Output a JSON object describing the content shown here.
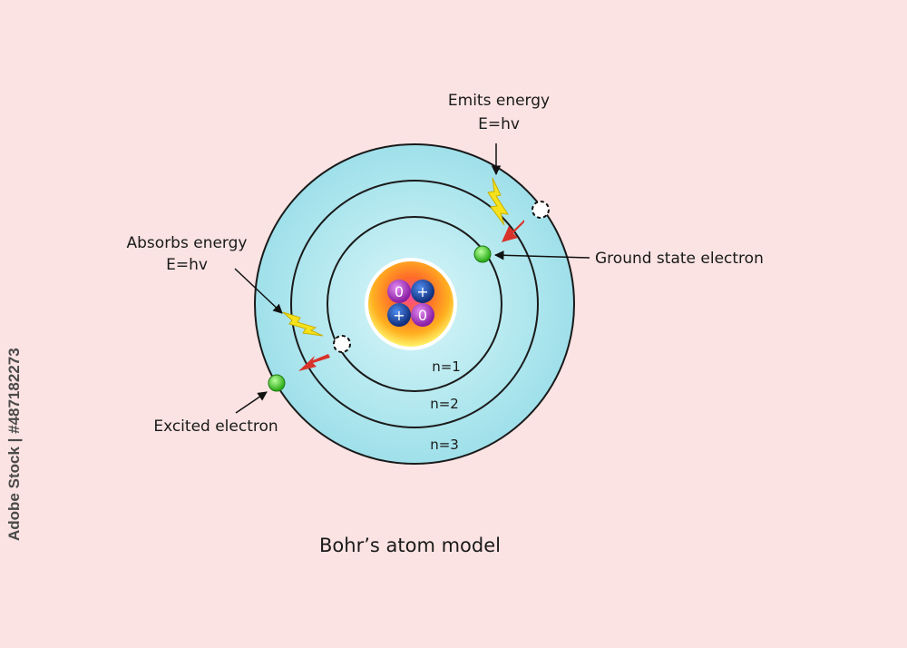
{
  "title": "Bohr’s atom model",
  "labels": {
    "emits_line1": "Emits energy",
    "emits_line2": "E=hv",
    "absorbs_line1": "Absorbs energy",
    "absorbs_line2": "E=hv",
    "ground_state": "Ground state electron",
    "excited": "Excited electron"
  },
  "shells": [
    "n=1",
    "n=2",
    "n=3"
  ],
  "nucleus": {
    "particles": [
      {
        "symbol": "0",
        "kind": "neutron"
      },
      {
        "symbol": "+",
        "kind": "proton"
      },
      {
        "symbol": "+",
        "kind": "proton"
      },
      {
        "symbol": "0",
        "kind": "neutron"
      }
    ]
  },
  "watermark": "Adobe Stock | #487182273",
  "colors": {
    "background": "#fbe3e3",
    "orbit_fill": "#a8e4ec",
    "electron": "#3fcf2a",
    "photon": "#f5e21c",
    "transition_arrow": "#d8332a",
    "neutron": "#b23bc7",
    "proton": "#1f4fb6"
  }
}
